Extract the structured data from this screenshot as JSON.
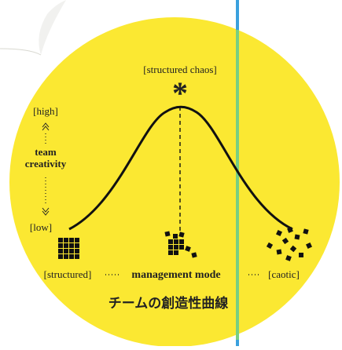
{
  "diagram": {
    "peak_label": "[structured chaos]",
    "peak_symbol": "*",
    "y_axis": {
      "high_label": "[high]",
      "title_line1": "team",
      "title_line2": "creativity",
      "low_label": "[low]"
    },
    "x_axis": {
      "left_label": "[structured]",
      "title": "management mode",
      "right_label": "[caotic]"
    },
    "caption": "チームの創造性曲線",
    "colors": {
      "background_circle": "#fbe832",
      "page_fold": "#ffffff",
      "vertical_line_blue": "#3aa0de",
      "vertical_line_green": "#6fcf7f",
      "curve": "#111111",
      "text": "#222222"
    },
    "icons": {
      "structured": "ordered-grid-icon",
      "mixed": "partly-scattered-grid-icon",
      "chaotic": "scattered-squares-icon"
    }
  }
}
